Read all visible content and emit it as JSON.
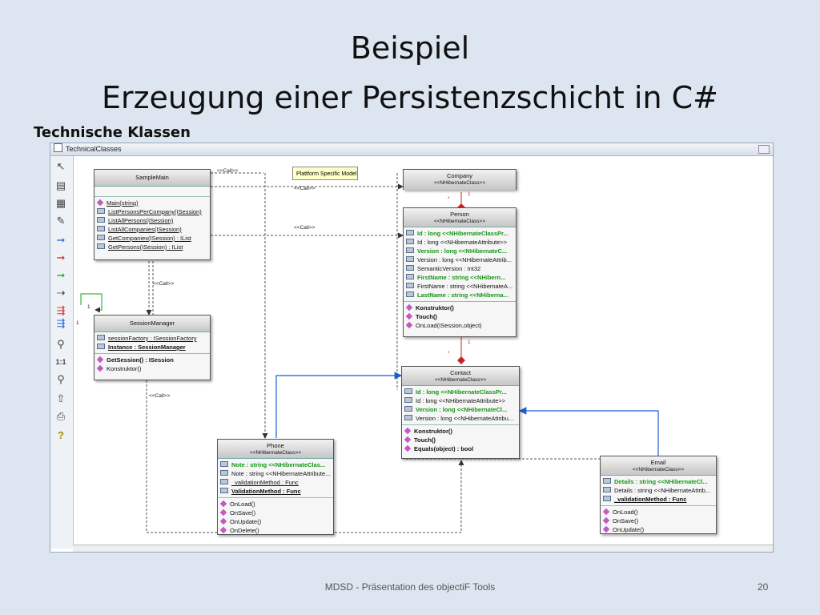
{
  "slide": {
    "title_line1": "Beispiel",
    "title_line2": "Erzeugung einer Persistenzschicht in C#",
    "section": "Technische Klassen",
    "footer": "MDSD - Präsentation des objectiF Tools",
    "page": "20"
  },
  "window": {
    "title": "TechnicalClasses"
  },
  "toolbar": {
    "tools": [
      "select-pointer-icon",
      "class-icon",
      "package-icon",
      "note-icon",
      "arrow-blue-icon",
      "arrow-red-icon",
      "arrow-green-icon",
      "dependency-arrow-icon",
      "multi-arrow-icon",
      "multi-arrow-2-icon",
      "zoom-in-icon",
      "zoom-100-icon",
      "zoom-out-icon",
      "export-icon",
      "print-icon",
      "help-icon"
    ],
    "zoom_label": "1:1",
    "help_label": "?"
  },
  "diagram": {
    "note": "Plattform Specific Model",
    "labels": {
      "call": "<<Call>>",
      "star": "*",
      "one": "1"
    },
    "classes": {
      "samplemain": {
        "name": "SampleMain",
        "methods": [
          "Main(string)",
          "ListPersonsPerCompany(ISession)",
          "ListAllPersons(ISession)",
          "ListAllCompanies(ISession)",
          "GetCompanies(ISession) : IList",
          "GetPersons(ISession) : IList"
        ]
      },
      "company": {
        "name": "Company",
        "stereotype": "<<NHibernateClass>>"
      },
      "person": {
        "name": "Person",
        "stereotype": "<<NHibernateClass>>",
        "attributes": [
          "Id : long <<NHibernateClassPr...",
          "Id : long <<NHibernateAttribute>>",
          "Version : long <<NHibernateC...",
          "Version : long <<NHibernateAttrib...",
          "SemanticVersion : Int32",
          "FirstName : string <<NHibern...",
          "FirstName : string <<NHibernateA...",
          "LastName : string <<NHiberna..."
        ],
        "methods": [
          "Konstruktor()",
          "Touch()",
          "OnLoad(ISession,object)"
        ]
      },
      "sessionmanager": {
        "name": "SessionManager",
        "attributes": [
          "sessionFactory : ISessionFactory",
          "Instance : SessionManager"
        ],
        "methods": [
          "GetSession() : ISession",
          "Konstruktor()"
        ]
      },
      "contact": {
        "name": "Contact",
        "stereotype": "<<NHibernateClass>>",
        "attributes": [
          "Id : long <<NHibernateClassPr...",
          "Id : long <<NHibernateAttribute>>",
          "Version : long <<NHibernateCl...",
          "Version : long <<NHibernateAttribu..."
        ],
        "methods": [
          "Konstruktor()",
          "Touch()",
          "Equals(object) : bool"
        ]
      },
      "phone": {
        "name": "Phone",
        "stereotype": "<<NHibernateClass>>",
        "attributes": [
          "Note : string <<NHibernateClas...",
          "Note : string <<NHibernateAttribute...",
          "_validationMethod : Func",
          "ValidationMethod : Func"
        ],
        "methods": [
          "OnLoad()",
          "OnSave()",
          "OnUpdate()",
          "OnDelete()"
        ]
      },
      "email": {
        "name": "Email",
        "stereotype": "<<NHibernateClass>>",
        "attributes": [
          "Details : string <<NHibernateCl...",
          "Details : string <<NHibernateAttrib...",
          "_validationMethod : Func"
        ],
        "methods": [
          "OnLoad()",
          "OnSave()",
          "OnUpdate()"
        ]
      }
    }
  }
}
